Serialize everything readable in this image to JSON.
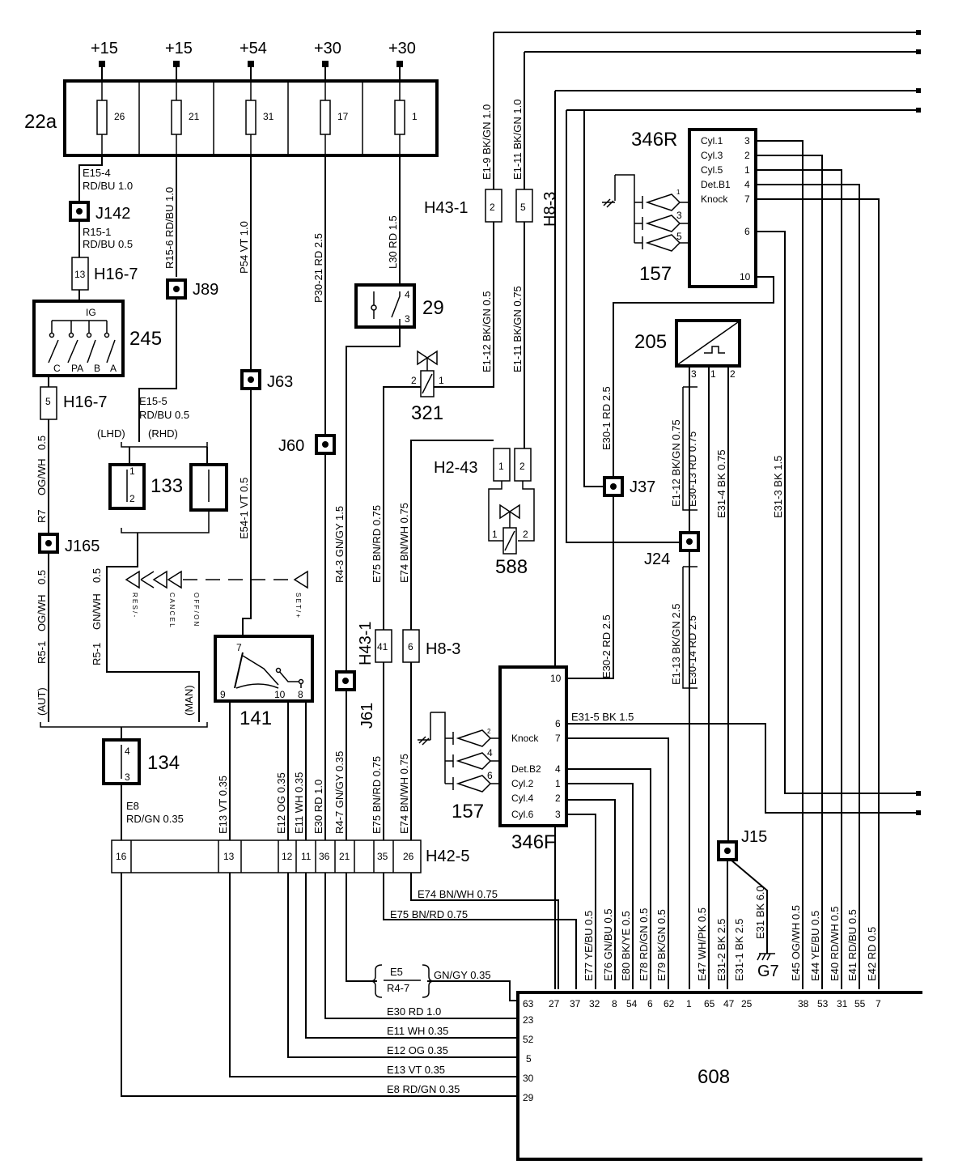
{
  "diagram": {
    "supply_terminals": [
      "+15",
      "+15",
      "+54",
      "+30",
      "+30"
    ],
    "fuse_box": {
      "label": "22a",
      "fuses": [
        "26",
        "21",
        "31",
        "17",
        "1"
      ]
    },
    "wire_labels": {
      "e15_4a": "E15-4",
      "e15_4b": "RD/BU  1.0",
      "r15_1a": "R15-1",
      "r15_1b": "RD/BU  0.5",
      "r15_6": "R15-6  RD/BU  1.0",
      "p54": "P54  VT  1.0",
      "p30_21": "P30-21  RD  2.5",
      "l30": "L30  RD  1.5",
      "e1_9": "E1-9  BK/GN  1.0",
      "e1_11_top": "E1-11  BK/GN  1.0",
      "e1_12": "E1-12  BK/GN  0.5",
      "e1_11": "E1-11  BK/GN  0.75",
      "e15_5a": "E15-5",
      "e15_5b": "RD/BU    0.5",
      "og_wh_a": "0.5",
      "og_wh_b": "OG/WH",
      "r7": "R7",
      "r5_1_a": "0.5",
      "r5_1_b": "OG/WH",
      "r5_1_c": "R5-1",
      "r5_1_gn_a": "0.5",
      "r5_1_gn_b": "GN/WH",
      "r5_1_gn_c": "R5-1",
      "e54_1": "E54-1  VT  0.5",
      "r4_3": "R4-3  GN/GY  1.5",
      "e75_top": "E75  BN/RD  0.75",
      "e74_top": "E74  BN/WH  0.75",
      "e30_1": "E30-1  RD  2.5",
      "e30_2": "E30-2  RD  2.5",
      "e1_12b": "E1-12  BK/GN  0.75",
      "e30_13": "E30-13  RD  0.75",
      "e31_4": "E31-4  BK  0.75",
      "e31_3": "E31-3  BK  1.5",
      "e1_13": "E1-13  BK/GN  2.5",
      "e30_14": "E30-14  RD  2.5",
      "e31_5": "E31-5   BK    1.5",
      "e8a": "E8",
      "e8b": "RD/GN  0.35",
      "e13": "E13  VT  0.35",
      "e12": "E12  OG  0.35",
      "e11": "E11  WH  0.35",
      "e30": "E30  RD  1.0",
      "r4_7": "R4-7  GN/GY  0.35",
      "e75_b": "E75  BN/RD  0.75",
      "e74_b": "E74  BN/WH  0.75",
      "e74_h": "E74   BN/WH  0.75",
      "e75_h": "E75   BN/RD  0.75",
      "e5": "E5",
      "r4_7b": "R4-7",
      "gngy": "GN/GY  0.35",
      "e30_h": "E30   RD   1.0",
      "e11_h": "E11   WH   0.35",
      "e12_h": "E12   OG   0.35",
      "e13_h": "E13   VT   0.35",
      "e8_h": "E8    RD/GN  0.35",
      "v_e77": "E77  YE/BU  0.5",
      "v_e76": "E76  GN/BU  0.5",
      "v_e80": "E80  BK/YE  0.5",
      "v_e78": "E78  RD/GN  0.5",
      "v_e79": "E79  BK/GN  0.5",
      "v_e47": "E47  WH/PK  0.5",
      "v_e31_2": "E31-2  BK  2.5",
      "v_e31_1": "E31-1  BK  2.5",
      "v_e31": "E31  BK  6.0",
      "v_e45": "E45  OG/WH  0.5",
      "v_e44": "E44  YE/BU  0.5",
      "v_e40": "E40  RD/WH  0.5",
      "v_e41": "E41  RD/BU  0.5",
      "v_e42": "E42  RD  0.5"
    },
    "junctions": {
      "j142": "J142",
      "j89": "J89",
      "j63": "J63",
      "j60": "J60",
      "j61": "J61",
      "j165": "J165",
      "j37": "J37",
      "j24": "J24",
      "j15": "J15"
    },
    "connectors": {
      "h16_7a": "H16-7",
      "h16_7a_pin": "13",
      "h16_7b": "H16-7",
      "h16_7b_pin": "5",
      "h43_1_top": "H43-1",
      "h43_1_top_pin": "2",
      "h8_3_top": "H8-3",
      "h8_3_top_pin": "5",
      "h2_43": "H2-43",
      "h2_43_pins": [
        "1",
        "2"
      ],
      "h43_1_mid": "H43-1",
      "h43_1_mid_pin": "41",
      "h8_3_mid": "H8-3",
      "h8_3_mid_pin": "6",
      "h42_5": "H42-5",
      "h42_5_pins": [
        "16",
        "13",
        "12",
        "11",
        "36",
        "21",
        "35",
        "26"
      ]
    },
    "components": {
      "c245": "245",
      "c245_ig": "IG",
      "c245_pins": [
        "C",
        "PA",
        "B",
        "A"
      ],
      "c29": "29",
      "c29_p4": "4",
      "c29_p3": "3",
      "c321": "321",
      "c321_p2": "2",
      "c321_p1": "1",
      "c588": "588",
      "c588_p1": "1",
      "c588_p2": "2",
      "c133": "133",
      "c133_p1": "1",
      "c133_p2": "2",
      "lhd": "(LHD)",
      "rhd": "(RHD)",
      "c141": "141",
      "c141_pins": [
        "7",
        "9",
        "10",
        "8"
      ],
      "c134": "134",
      "c134_p4": "4",
      "c134_p3": "3",
      "aut": "(AUT)",
      "man": "(MAN)",
      "switch_labels": [
        "R E S / -",
        "C A N C E L",
        "O F F / O N",
        "S E T / +"
      ],
      "c205": "205",
      "c205_pins": [
        "3",
        "1",
        "2"
      ],
      "c346r": "346R",
      "c346r_rows": [
        [
          "Cyl.1",
          "3"
        ],
        [
          "Cyl.3",
          "2"
        ],
        [
          "Cyl.5",
          "1"
        ],
        [
          "Det.B1",
          "4"
        ],
        [
          "Knock",
          "7"
        ],
        [
          "",
          "6"
        ],
        [
          "",
          "10"
        ]
      ],
      "c346f": "346F",
      "c346f_rows": [
        [
          "",
          "10"
        ],
        [
          "",
          "6"
        ],
        [
          "Knock",
          "7"
        ],
        [
          "Det.B2",
          "4"
        ],
        [
          "Cyl.2",
          "1"
        ],
        [
          "Cyl.4",
          "2"
        ],
        [
          "Cyl.6",
          "3"
        ]
      ],
      "c157a": "157",
      "c157a_pins": [
        "1",
        "3",
        "5"
      ],
      "c157b": "157",
      "c157b_pins": [
        "2",
        "4",
        "6"
      ],
      "g7": "G7",
      "c608": "608",
      "ecu_top_pins": [
        "27",
        "37",
        "32",
        "8",
        "54",
        "6",
        "62",
        "1",
        "65",
        "47",
        "25",
        "38",
        "53",
        "31",
        "55",
        "7"
      ],
      "ecu_left_pins": [
        "63",
        "23",
        "52",
        "5",
        "30",
        "29"
      ]
    }
  }
}
